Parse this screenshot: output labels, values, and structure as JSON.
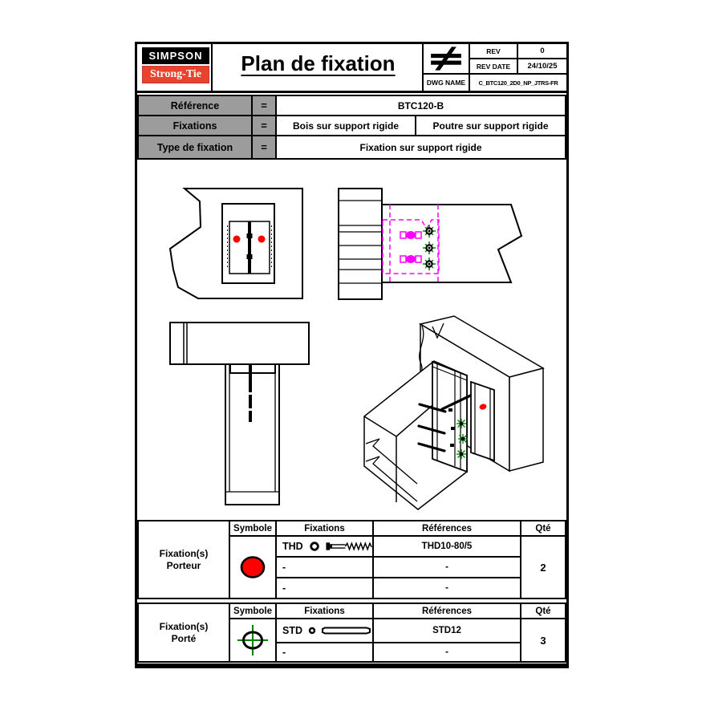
{
  "header": {
    "brand_line1": "SIMPSON",
    "brand_line2": "Strong-Tie",
    "title": "Plan de fixation",
    "title_block": {
      "symbol_name": "not-equal",
      "rev_label": "REV",
      "rev_value": "0",
      "rev_date_label": "REV DATE",
      "rev_date_value": "24/10/25",
      "dwg_label": "DWG NAME",
      "dwg_value": "C_BTC120_2D0_NP_JTRS-FR"
    }
  },
  "reference_table": {
    "rows": [
      {
        "label": "Référence",
        "eq": "=",
        "value": "BTC120-B"
      },
      {
        "label": "Fixations",
        "eq": "=",
        "value_left": "Bois sur support rigide",
        "value_right": "Poutre sur support rigide"
      },
      {
        "label": "Type de fixation",
        "eq": "=",
        "value": "Fixation sur support rigide"
      }
    ]
  },
  "drawings": {
    "views": [
      "front-view",
      "top-view",
      "side-view",
      "isometric-view"
    ],
    "colors": {
      "outline": "#000000",
      "hidden_bracket": "#ff00ff",
      "fastener_marker": "#008000",
      "fixation_point": "#ff0000"
    }
  },
  "fixation_tables": [
    {
      "group_label": "Fixation(s)\nPorteur",
      "headers": {
        "symbol": "Symbole",
        "fixations": "Fixations",
        "references": "Références",
        "qty": "Qté"
      },
      "symbol": "red-filled-circle",
      "rows": [
        {
          "code": "THD",
          "icon": "thd-screw",
          "reference": "THD10-80/5"
        },
        {
          "code": "-",
          "icon": "",
          "reference": "-"
        },
        {
          "code": "-",
          "icon": "",
          "reference": "-"
        }
      ],
      "qty": "2"
    },
    {
      "group_label": "Fixation(s)\nPorté",
      "headers": {
        "symbol": "Symbole",
        "fixations": "Fixations",
        "references": "Références",
        "qty": "Qté"
      },
      "symbol": "crosshair-target",
      "rows": [
        {
          "code": "STD",
          "icon": "std-dowel",
          "reference": "STD12"
        },
        {
          "code": "-",
          "icon": "",
          "reference": "-"
        }
      ],
      "qty": "3"
    }
  ],
  "colors": {
    "brand_black": "#000000",
    "brand_red": "#e8432c",
    "header_gray": "#9c9c9c",
    "accent_red": "#ff0000",
    "accent_magenta": "#ff00ff",
    "accent_green": "#008000"
  }
}
